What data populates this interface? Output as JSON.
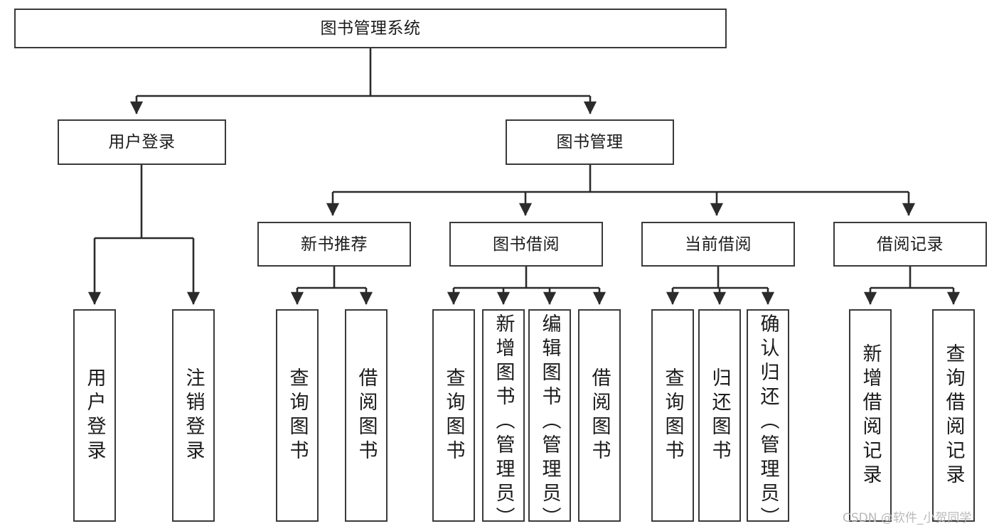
{
  "diagram": {
    "title": "图书管理系统",
    "type": "functional-structure-tree",
    "watermark": "CSDN @软件_小贺同学",
    "colors": {
      "background": "#ffffff",
      "box_border": "#3a3a3a",
      "box_fill": "#ffffff",
      "text": "#1b1b1b",
      "edge": "#2b2b2b",
      "watermark": "#b9b9b9"
    },
    "levels": {
      "level1": [
        {
          "id": "root",
          "label": "图书管理系统"
        }
      ],
      "level2": [
        {
          "id": "user-login",
          "label": "用户登录"
        },
        {
          "id": "book-management",
          "label": "图书管理"
        }
      ],
      "level3": [
        {
          "id": "new-book-recommend",
          "label": "新书推荐"
        },
        {
          "id": "book-borrow",
          "label": "图书借阅"
        },
        {
          "id": "current-borrow",
          "label": "当前借阅"
        },
        {
          "id": "borrow-record",
          "label": "借阅记录"
        }
      ],
      "level4": [
        {
          "id": "leaf-user-login",
          "label": "用户登录",
          "parent": "user-login"
        },
        {
          "id": "leaf-user-logout",
          "label": "注销登录",
          "parent": "user-login"
        },
        {
          "id": "leaf-query-book-1",
          "label": "查询图书",
          "parent": "new-book-recommend"
        },
        {
          "id": "leaf-borrow-book-1",
          "label": "借阅图书",
          "parent": "new-book-recommend"
        },
        {
          "id": "leaf-query-book-2",
          "label": "查询图书",
          "parent": "book-borrow"
        },
        {
          "id": "leaf-add-book",
          "label": "新增图书（管理员）",
          "parent": "book-borrow"
        },
        {
          "id": "leaf-edit-book",
          "label": "编辑图书（管理员）",
          "parent": "book-borrow"
        },
        {
          "id": "leaf-borrow-book-2",
          "label": "借阅图书",
          "parent": "book-borrow"
        },
        {
          "id": "leaf-query-book-3",
          "label": "查询图书",
          "parent": "current-borrow"
        },
        {
          "id": "leaf-return-book",
          "label": "归还图书",
          "parent": "current-borrow"
        },
        {
          "id": "leaf-confirm-return",
          "label": "确认归还（管理员）",
          "parent": "current-borrow"
        },
        {
          "id": "leaf-add-record",
          "label": "新增借阅记录",
          "parent": "borrow-record"
        },
        {
          "id": "leaf-query-record",
          "label": "查询借阅记录",
          "parent": "borrow-record"
        }
      ]
    }
  }
}
